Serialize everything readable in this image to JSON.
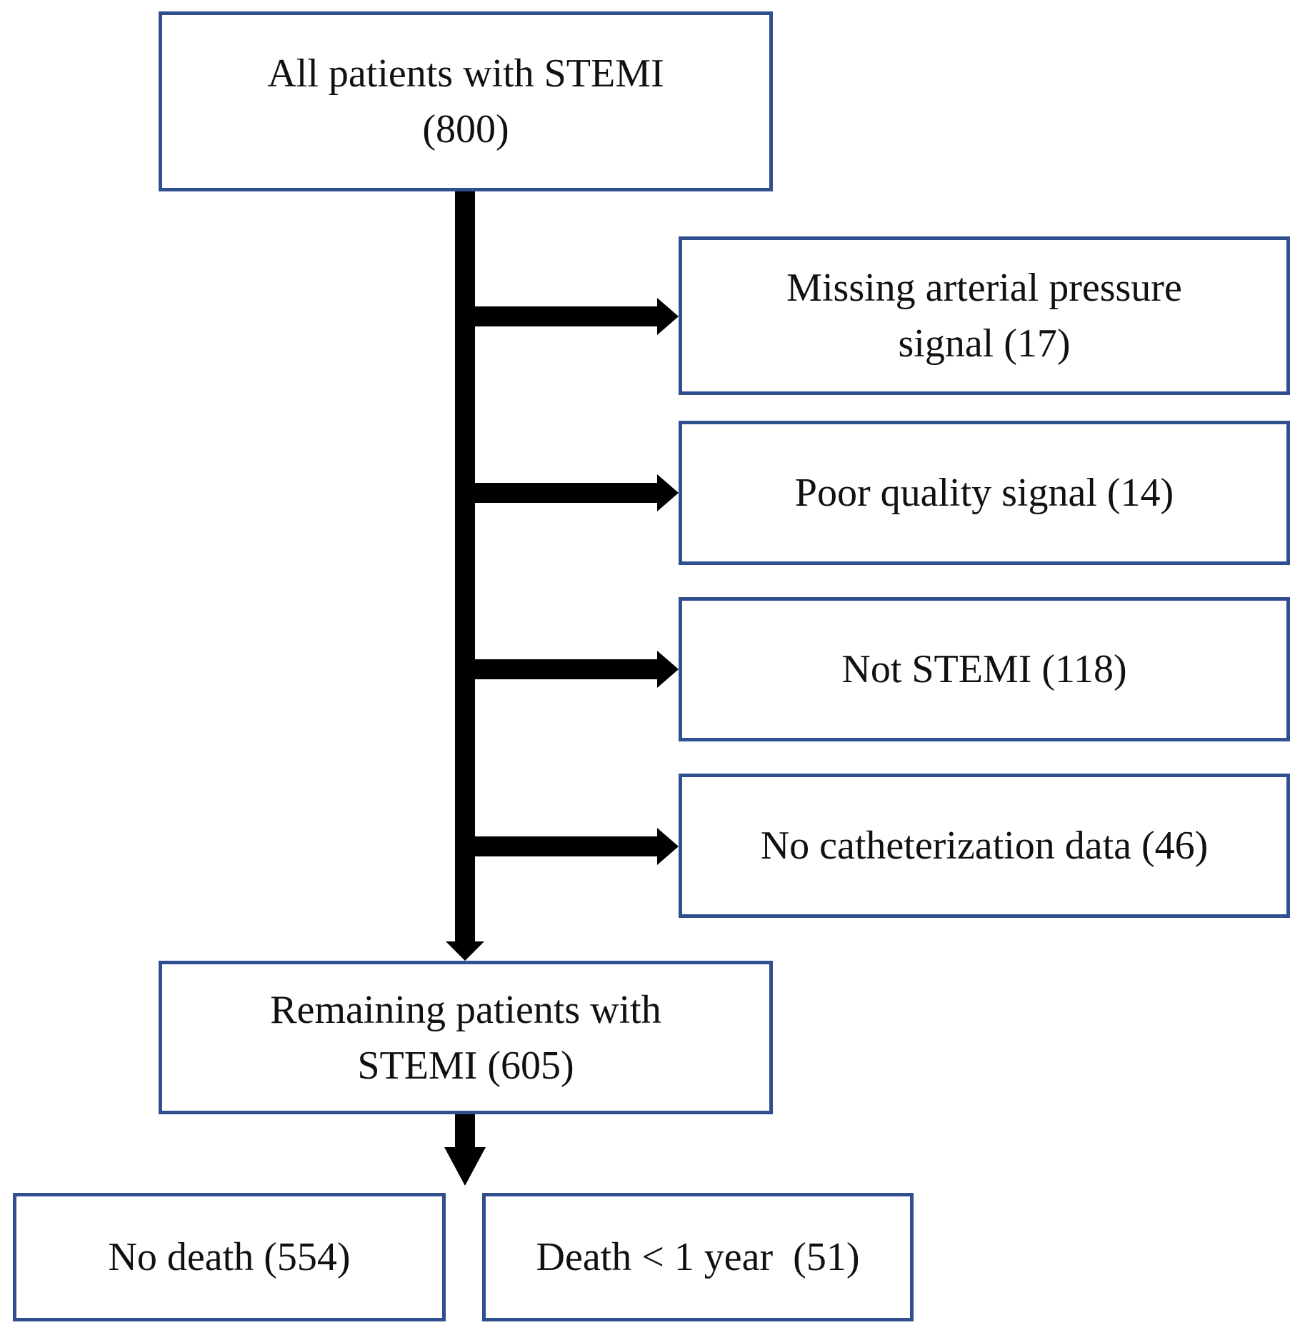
{
  "diagram": {
    "start": {
      "line1": "All patients with STEMI",
      "line2": "(800)"
    },
    "exclusions": [
      {
        "line1": "Missing arterial pressure",
        "line2": "signal (17)"
      },
      {
        "line1": "Poor quality signal (14)"
      },
      {
        "line1": "Not STEMI (118)"
      },
      {
        "line1": "No catheterization data (46)"
      }
    ],
    "remaining": {
      "line1": "Remaining patients with",
      "line2": "STEMI (605)"
    },
    "outcomes": {
      "no_death": "No death (554)",
      "death": "Death < 1 year  (51)"
    }
  },
  "colors": {
    "box_border": "#2f4f8f",
    "arrow": "#000000",
    "text": "#111111"
  }
}
